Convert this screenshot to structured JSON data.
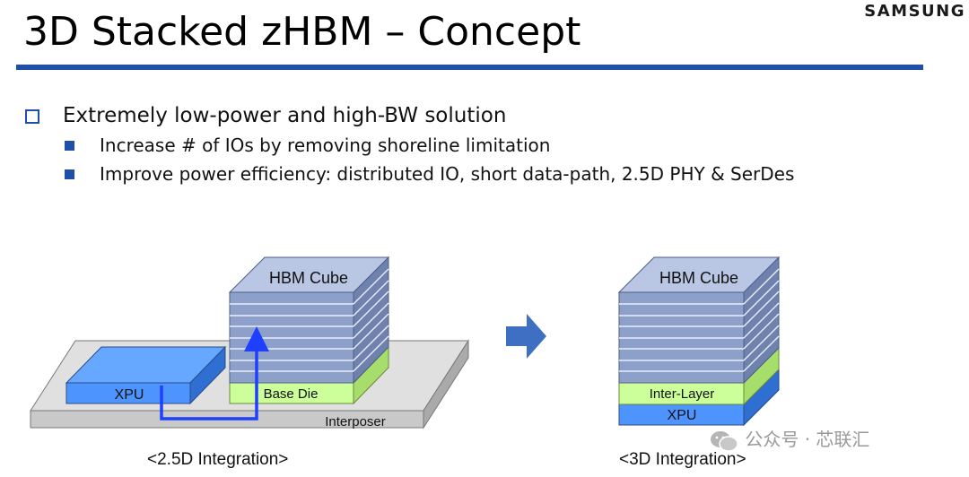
{
  "slide": {
    "title": "3D Stacked zHBM – Concept",
    "brand": "SAMSUNG"
  },
  "bullets": {
    "main": "Extremely low-power and high-BW solution",
    "sub": [
      "Increase # of IOs by removing shoreline limitation",
      "Improve power efficiency: distributed IO, short data-path, 2.5D PHY & SerDes"
    ]
  },
  "diagram_25d": {
    "hbm_label": "HBM Cube",
    "base_die_label": "Base Die",
    "xpu_label": "XPU",
    "interposer_label": "Interposer",
    "caption": "<2.5D Integration>"
  },
  "diagram_3d": {
    "hbm_label": "HBM Cube",
    "inter_layer_label": "Inter-Layer",
    "xpu_label": "XPU",
    "caption": "<3D Integration>"
  },
  "watermark": {
    "text": "公众号 · 芯联汇"
  },
  "colors": {
    "accent_blue": "#1f4fa8",
    "hbm_side": "#8da0c9",
    "hbm_top": "#b9c6e4",
    "base_die": "#ccff99",
    "xpu": "#4d94ff",
    "interposer": "#cfcfcf"
  }
}
